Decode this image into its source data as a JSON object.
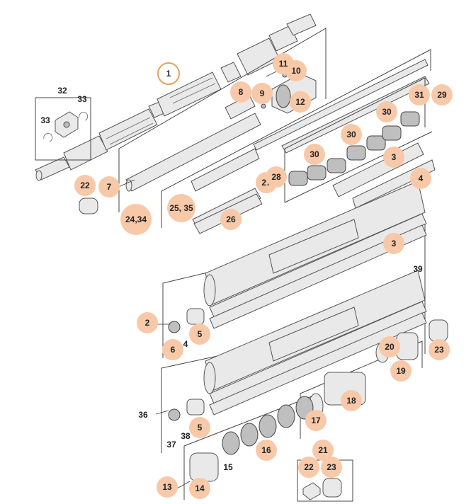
{
  "diagram": {
    "callouts": [
      {
        "id": "c1",
        "text": "1",
        "style": "ring"
      },
      {
        "id": "c2",
        "text": "2",
        "style": "filled"
      },
      {
        "id": "c3a",
        "text": "3",
        "style": "filled"
      },
      {
        "id": "c3b",
        "text": "3",
        "style": "filled"
      },
      {
        "id": "c4a",
        "text": "4",
        "style": "filled"
      },
      {
        "id": "c4b",
        "text": "4",
        "style": "plain"
      },
      {
        "id": "c5a",
        "text": "5",
        "style": "filled"
      },
      {
        "id": "c5b",
        "text": "5",
        "style": "filled"
      },
      {
        "id": "c6",
        "text": "6",
        "style": "filled"
      },
      {
        "id": "c7",
        "text": "7",
        "style": "filled"
      },
      {
        "id": "c8",
        "text": "8",
        "style": "filled"
      },
      {
        "id": "c9",
        "text": "9",
        "style": "filled"
      },
      {
        "id": "c10",
        "text": "10",
        "style": "filled"
      },
      {
        "id": "c11",
        "text": "11",
        "style": "filled"
      },
      {
        "id": "c12",
        "text": "12",
        "style": "filled"
      },
      {
        "id": "c13",
        "text": "13",
        "style": "filled"
      },
      {
        "id": "c14",
        "text": "14",
        "style": "filled"
      },
      {
        "id": "c15",
        "text": "15",
        "style": "plain"
      },
      {
        "id": "c16",
        "text": "16",
        "style": "filled"
      },
      {
        "id": "c17",
        "text": "17",
        "style": "filled"
      },
      {
        "id": "c18",
        "text": "18",
        "style": "filled"
      },
      {
        "id": "c19",
        "text": "19",
        "style": "filled"
      },
      {
        "id": "c20",
        "text": "20",
        "style": "filled"
      },
      {
        "id": "c21",
        "text": "21",
        "style": "filled"
      },
      {
        "id": "c22a",
        "text": "22",
        "style": "filled"
      },
      {
        "id": "c22b",
        "text": "22",
        "style": "filled"
      },
      {
        "id": "c23a",
        "text": "23",
        "style": "filled"
      },
      {
        "id": "c23b",
        "text": "23",
        "style": "filled"
      },
      {
        "id": "c24",
        "text": "24,34",
        "style": "filled"
      },
      {
        "id": "c25",
        "text": "25, 35",
        "style": "filled"
      },
      {
        "id": "c26",
        "text": "26",
        "style": "filled"
      },
      {
        "id": "c27",
        "text": "27",
        "style": "filled"
      },
      {
        "id": "c28",
        "text": "28",
        "style": "filled"
      },
      {
        "id": "c29",
        "text": "29",
        "style": "filled"
      },
      {
        "id": "c30a",
        "text": "30",
        "style": "filled"
      },
      {
        "id": "c30b",
        "text": "30",
        "style": "filled"
      },
      {
        "id": "c30c",
        "text": "30",
        "style": "filled"
      },
      {
        "id": "c31",
        "text": "31",
        "style": "filled"
      },
      {
        "id": "c32",
        "text": "32",
        "style": "plain"
      },
      {
        "id": "c33a",
        "text": "33",
        "style": "plain"
      },
      {
        "id": "c33b",
        "text": "33",
        "style": "plain"
      },
      {
        "id": "c36",
        "text": "36",
        "style": "plain"
      },
      {
        "id": "c37",
        "text": "37",
        "style": "plain"
      },
      {
        "id": "c38",
        "text": "38",
        "style": "plain"
      },
      {
        "id": "c39",
        "text": "39",
        "style": "plain"
      }
    ]
  }
}
